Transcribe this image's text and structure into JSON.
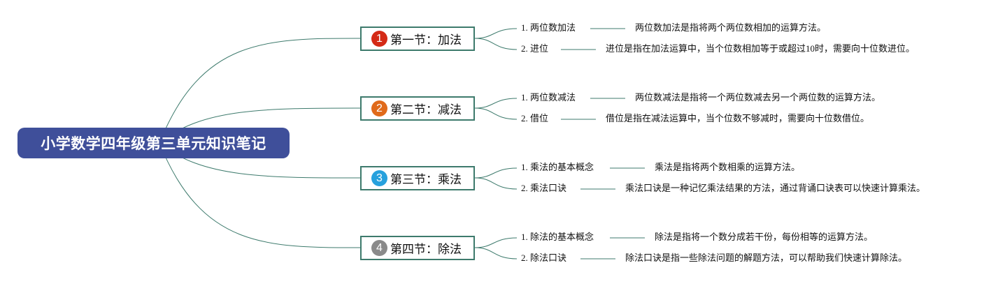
{
  "colors": {
    "root_bg": "#3f4f9a",
    "connector": "#3d7a6c",
    "section_border": "#3d7a6c",
    "badge_1": "#d42a16",
    "badge_2": "#e06a1a",
    "badge_3": "#27a1dd",
    "badge_4": "#8a8a8a"
  },
  "root": {
    "title": "小学数学四年级第三单元知识笔记"
  },
  "sections": [
    {
      "num": "1",
      "title": "第一节：加法",
      "items": [
        {
          "topic": "1. 两位数加法",
          "desc": "两位数加法是指将两个两位数相加的运算方法。"
        },
        {
          "topic": "2. 进位",
          "desc": "进位是指在加法运算中，当个位数相加等于或超过10时，需要向十位数进位。"
        }
      ]
    },
    {
      "num": "2",
      "title": "第二节：减法",
      "items": [
        {
          "topic": "1. 两位数减法",
          "desc": "两位数减法是指将一个两位数减去另一个两位数的运算方法。"
        },
        {
          "topic": "2. 借位",
          "desc": "借位是指在减法运算中，当个位数不够减时，需要向十位数借位。"
        }
      ]
    },
    {
      "num": "3",
      "title": "第三节：乘法",
      "items": [
        {
          "topic": "1. 乘法的基本概念",
          "desc": "乘法是指将两个数相乘的运算方法。"
        },
        {
          "topic": "2. 乘法口诀",
          "desc": "乘法口诀是一种记忆乘法结果的方法，通过背诵口诀表可以快速计算乘法。"
        }
      ]
    },
    {
      "num": "4",
      "title": "第四节：除法",
      "items": [
        {
          "topic": "1. 除法的基本概念",
          "desc": "除法是指将一个数分成若干份，每份相等的运算方法。"
        },
        {
          "topic": "2. 除法口诀",
          "desc": "除法口诀是指一些除法问题的解题方法，可以帮助我们快速计算除法。"
        }
      ]
    }
  ]
}
